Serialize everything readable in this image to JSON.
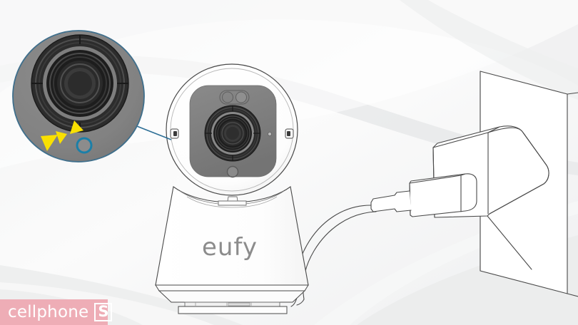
{
  "scene": {
    "title": "eufy indoor pan and tilt security camera power setup illustration",
    "background_color": "#f4f5f5",
    "line_color": "#4a4a4a"
  },
  "brand_badge": {
    "name": "cellphone",
    "mark": "S",
    "background_color": "#eeadb6",
    "text_color": "#ffffff"
  },
  "camera": {
    "logo_text": "eufy",
    "logo_color": "#8c8c8c",
    "face_panel_color": "#7f7f7f",
    "body_color": "#ffffff",
    "lens_color": "#1c1c1c",
    "parts": {
      "lens": "camera-lens",
      "sensor_pill": "dual-sensor-pill",
      "status_led": "status-led",
      "left_button": "left-side-button",
      "right_button": "right-side-button",
      "pinhole_mic": "microphone-pinhole",
      "base": "camera-base",
      "stand_plate": "stand-base-plate"
    }
  },
  "callout": {
    "name": "led-indicator-magnifier",
    "fill_color": "#808080",
    "border_color": "#3f6f8c",
    "leader_line_color": "#2e6f96",
    "highlight": {
      "led_ring_color": "#1b7fa8",
      "arrow_color": "#f9e000",
      "arrow_count": 3
    }
  },
  "power": {
    "adapter": "power-adapter",
    "usb_connector": "usb-connector",
    "cable": "power-cable",
    "wall_plate": "wall-outlet-plate"
  }
}
